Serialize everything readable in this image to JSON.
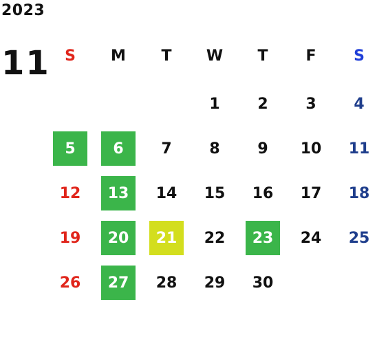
{
  "calendar": {
    "year": "2023",
    "month": "11",
    "weekdays": [
      {
        "label": "S",
        "color": "red"
      },
      {
        "label": "M",
        "color": "black"
      },
      {
        "label": "T",
        "color": "black"
      },
      {
        "label": "W",
        "color": "black"
      },
      {
        "label": "T",
        "color": "black"
      },
      {
        "label": "F",
        "color": "black"
      },
      {
        "label": "S",
        "color": "blue"
      }
    ],
    "weeks": [
      [
        null,
        null,
        null,
        {
          "day": "1"
        },
        {
          "day": "2"
        },
        {
          "day": "3"
        },
        {
          "day": "4"
        }
      ],
      [
        {
          "day": "5",
          "highlight": "green"
        },
        {
          "day": "6",
          "highlight": "green"
        },
        {
          "day": "7"
        },
        {
          "day": "8"
        },
        {
          "day": "9"
        },
        {
          "day": "10"
        },
        {
          "day": "11"
        }
      ],
      [
        {
          "day": "12"
        },
        {
          "day": "13",
          "highlight": "green"
        },
        {
          "day": "14"
        },
        {
          "day": "15"
        },
        {
          "day": "16"
        },
        {
          "day": "17"
        },
        {
          "day": "18"
        }
      ],
      [
        {
          "day": "19"
        },
        {
          "day": "20",
          "highlight": "green"
        },
        {
          "day": "21",
          "highlight": "yellow"
        },
        {
          "day": "22"
        },
        {
          "day": "23",
          "highlight": "green"
        },
        {
          "day": "24"
        },
        {
          "day": "25"
        }
      ],
      [
        {
          "day": "26"
        },
        {
          "day": "27",
          "highlight": "green"
        },
        {
          "day": "28"
        },
        {
          "day": "29"
        },
        {
          "day": "30"
        },
        null,
        null
      ]
    ],
    "colors": {
      "sunday": "#e0251b",
      "saturday": "#1f3e8c",
      "saturday_header": "#1f3ed8",
      "weekday": "#111111",
      "highlight_green": "#3bb54a",
      "highlight_yellow": "#d3de1e"
    }
  }
}
